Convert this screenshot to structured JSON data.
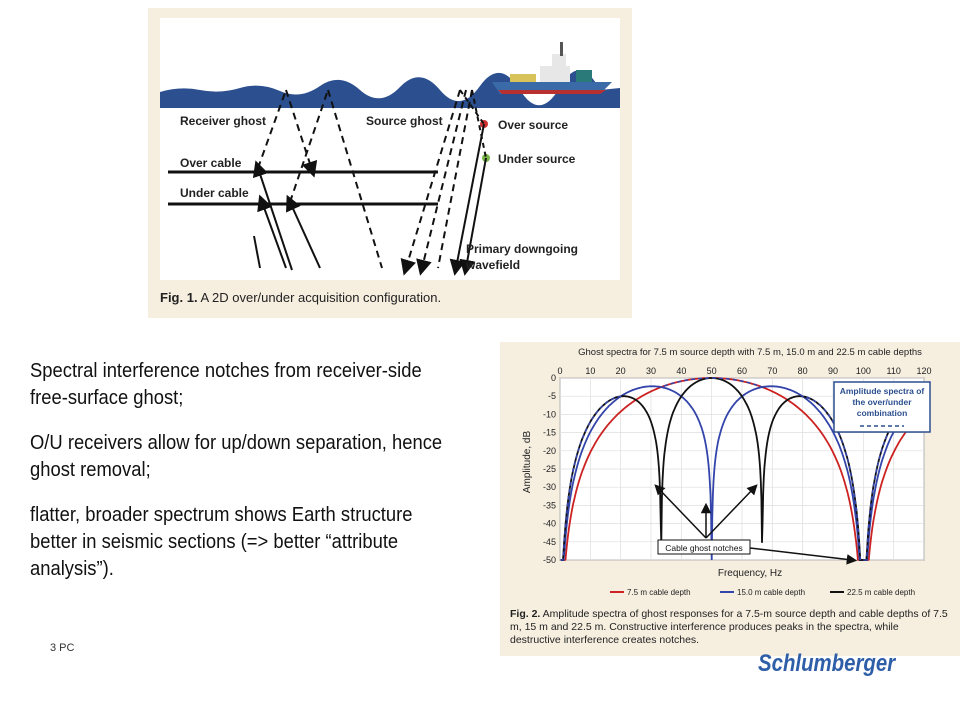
{
  "figure1": {
    "labels": {
      "receiver_ghost": "Receiver ghost",
      "source_ghost": "Source ghost",
      "over_source": "Over source",
      "under_source": "Under source",
      "over_cable": "Over cable",
      "under_cable": "Under cable",
      "primary_line1": "Primary downgoing",
      "primary_line2": "wavefield"
    },
    "caption_prefix": "Fig. 1.",
    "caption_text": " A 2D over/under acquisition configuration."
  },
  "body_text": {
    "para1": "Spectral interference notches from receiver-side free-surface ghost;",
    "para2": "O/U receivers allow for up/down separation, hence ghost removal;",
    "para3": "flatter, broader spectrum shows Earth structure better in seismic sections (=> better “attribute analysis”)."
  },
  "figure2": {
    "caption_prefix": "Fig. 2.",
    "caption_text": " Amplitude spectra of ghost responses for a 7.5-m source depth and cable depths of 7.5 m, 15 m and 22.5 m. Constructive interference produces peaks in the spectra, while destructive interference creates notches.",
    "box_line1": "Amplitude spectra of",
    "box_line2": "the over/under",
    "box_line3": "combination",
    "notch_label": "Cable ghost notches"
  },
  "chart_data": {
    "type": "line",
    "title": "Ghost spectra for 7.5 m source depth with 7.5 m, 15.0 m and 22.5 m cable depths",
    "xlabel": "Frequency, Hz",
    "ylabel": "Amplitude, dB",
    "xlim": [
      0,
      120
    ],
    "ylim": [
      -50,
      0
    ],
    "xticks": [
      0,
      10,
      20,
      30,
      40,
      50,
      60,
      70,
      80,
      90,
      100,
      110,
      120
    ],
    "yticks": [
      0,
      -5,
      -10,
      -15,
      -20,
      -25,
      -30,
      -35,
      -40,
      -45,
      -50
    ],
    "grid": true,
    "legend_position": "bottom",
    "series": [
      {
        "name": "7.5 m cable depth",
        "color": "#cc2222",
        "depth": 7.5
      },
      {
        "name": "15.0 m cable depth",
        "color": "#3344aa",
        "depth": 15.0
      },
      {
        "name": "22.5 m cable depth",
        "color": "#111111",
        "depth": 22.5
      }
    ],
    "source_depth": 7.5,
    "combination_color": "#3344aa"
  },
  "page_number": "3 PC",
  "logo_text": "Schlumberger"
}
